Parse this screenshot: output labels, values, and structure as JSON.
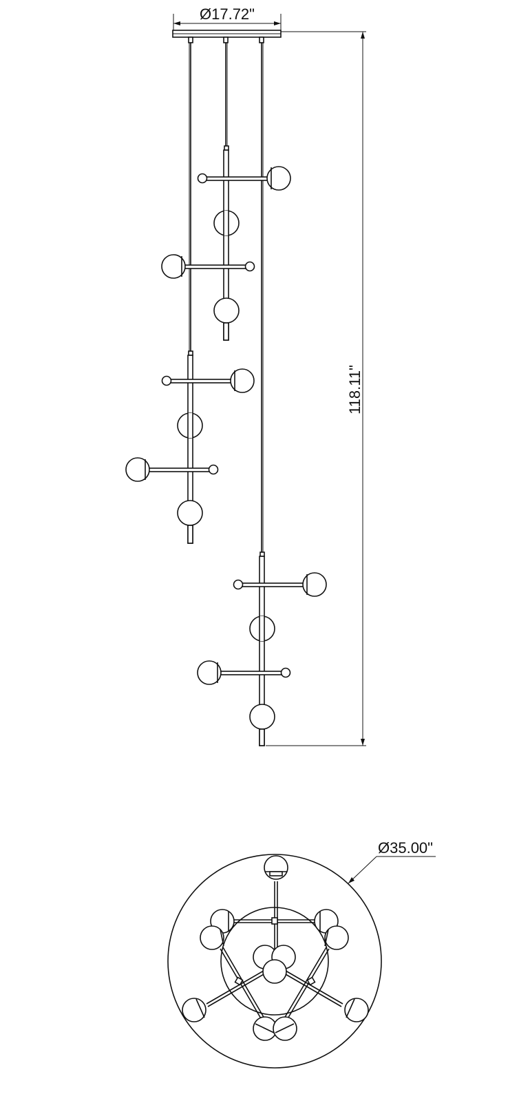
{
  "dimensions": {
    "canopy_diameter": "Ø17.72\"",
    "overall_height": "118.11\"",
    "spread_diameter": "Ø35.00\""
  },
  "colors": {
    "line": "#111111",
    "background": "#ffffff"
  }
}
